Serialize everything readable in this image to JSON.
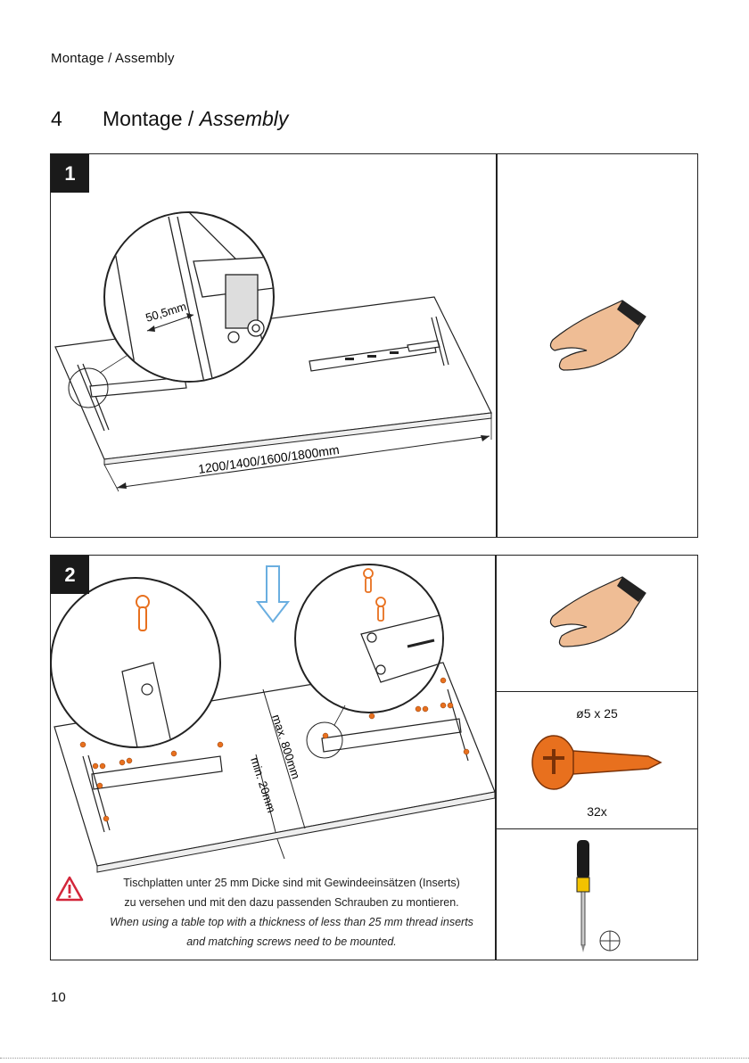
{
  "header": {
    "running_title": "Montage / Assembly"
  },
  "section": {
    "number": "4",
    "title_de": "Montage /",
    "title_en": "Assembly"
  },
  "step1": {
    "badge": "1",
    "dim_offset": "50,5mm",
    "dim_length": "1200/1400/1600/1800mm"
  },
  "step2": {
    "badge": "2",
    "dim_max": "max. 800mm",
    "dim_min": "min. 20mm",
    "warning_de_1": "Tischplatten unter 25 mm Dicke sind mit Gewindeeinsätzen (Inserts)",
    "warning_de_2": "zu versehen und mit den dazu passenden Schrauben zu montieren.",
    "warning_en_1": "When using a table top with a thickness of less than 25 mm thread inserts",
    "warning_en_2": "and matching screws need to be mounted."
  },
  "parts": {
    "screw_size": "ø5 x 25",
    "screw_qty": "32x"
  },
  "colors": {
    "screw": "#e8701e",
    "arrow": "#6aaee0",
    "warning": "#d3263a",
    "skin": "#efbd95"
  },
  "footer": {
    "page_number": "10"
  }
}
